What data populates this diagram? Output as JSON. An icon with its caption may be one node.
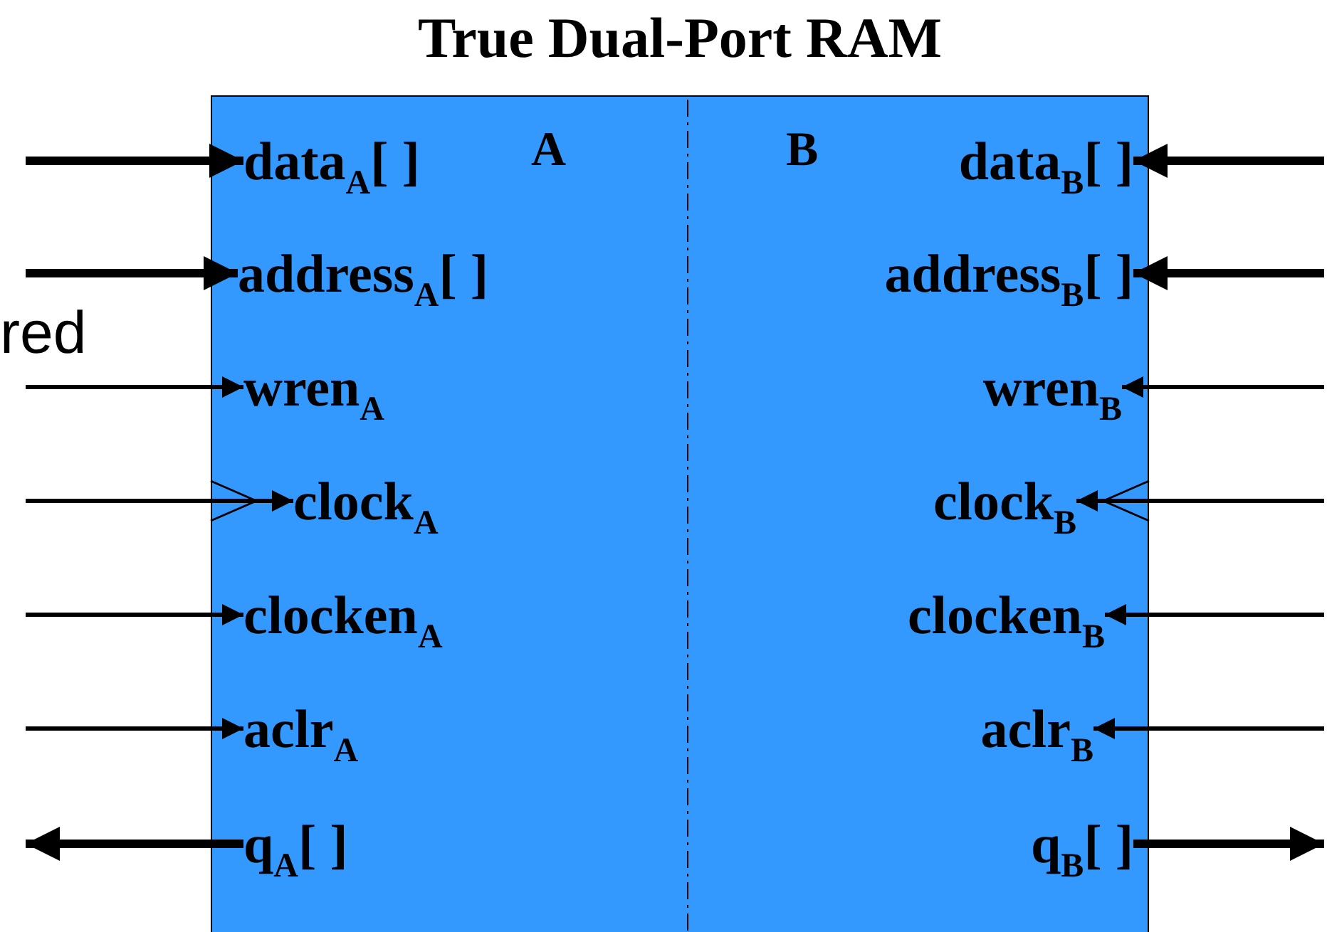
{
  "diagram": {
    "nodes": [
      {
        "text": [
          "True Dual-Port RAM"
        ]
      },
      {
        "text": [
          "data$_{A}$[ ]"
        ],
        "in": 0
      },
      {
        "text": [
          "address$_{A}$[ ]"
        ],
        "in": 0
      },
      {
        "text": [
          "wren$_{A}$"
        ],
        "in": 0
      },
      {
        "text": [
          "clock$_{A}$"
        ],
        "in": 0
      },
      {
        "text": [
          "clocken$_{A}$"
        ],
        "in": 0
      },
      {
        "text": [
          "aclr$_{A}$"
        ],
        "in": 0
      },
      {
        "text": [
          "q$_{A}$[ ]"
        ],
        "in": 0
      },
      {
        "text": [
          "data$_{B}$[ ]"
        ],
        "in": 0
      },
      {
        "text": [
          "address$_{B}$[ ]"
        ],
        "in": 0
      },
      {
        "text": [
          "wren$_{B}$"
        ],
        "in": 0
      },
      {
        "text": [
          "clock$_{B}$"
        ],
        "in": 0
      },
      {
        "text": [
          "clocken$_{B}$"
        ],
        "in": 0
      },
      {
        "text": [
          "aclr$_{B}$"
        ],
        "in": 0
      },
      {
        "text": [
          "q$_{B}$[ ]"
        ],
        "in": 0
      }
    ],
    "edges": [
      {
        "from": null,
        "to": 1,
        "arrow": "to",
        "style": "thick"
      },
      {
        "from": null,
        "to": 2,
        "arrow": "to",
        "style": "thick"
      },
      {
        "from": null,
        "to": 3,
        "arrow": "to"
      },
      {
        "from": null,
        "to": 4,
        "arrow": "to"
      },
      {
        "from": null,
        "to": 5,
        "arrow": "to"
      },
      {
        "from": null,
        "to": 6,
        "arrow": "to"
      },
      {
        "from": 7,
        "to": null,
        "arrow": "to",
        "style": "thick"
      },
      {
        "from": null,
        "to": 8,
        "arrow": "to",
        "style": "thick"
      },
      {
        "from": null,
        "to": 9,
        "arrow": "to",
        "style": "thick"
      },
      {
        "from": null,
        "to": 10,
        "arrow": "to"
      },
      {
        "from": null,
        "to": 11,
        "arrow": "to"
      },
      {
        "from": null,
        "to": 12,
        "arrow": "to"
      },
      {
        "from": null,
        "to": 13,
        "arrow": "to"
      },
      {
        "from": 14,
        "to": null,
        "arrow": "to",
        "style": "thick"
      }
    ],
    "labels": [
      "A",
      "B",
      "red"
    ]
  }
}
